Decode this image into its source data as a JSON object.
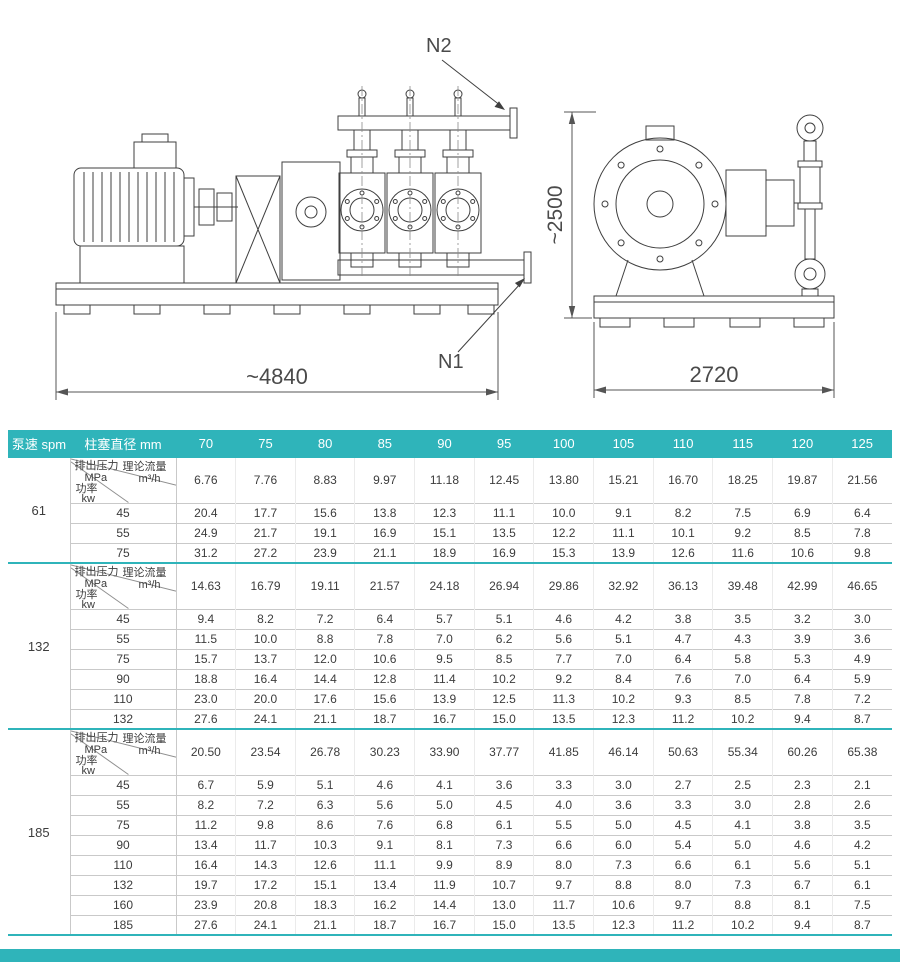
{
  "page": {
    "accent": "#2fb4ba",
    "background": "#ffffff"
  },
  "drawings": {
    "side_view": {
      "nozzle_top": "N2",
      "nozzle_bottom": "N1",
      "length_dim": "~4840"
    },
    "end_view": {
      "height_dim": "~2500",
      "width_dim": "2720"
    }
  },
  "table": {
    "header": {
      "col1": "泵速 spm",
      "col2": "柱塞直径 mm",
      "diameters": [
        "70",
        "75",
        "80",
        "85",
        "90",
        "95",
        "100",
        "105",
        "110",
        "115",
        "120",
        "125"
      ]
    },
    "corner": {
      "pressure": "排出压力",
      "pressure_unit": "MPa",
      "flow": "理论流量",
      "flow_unit": "m³/h",
      "power": "功率",
      "power_unit": "kw"
    },
    "groups": [
      {
        "speed": "61",
        "flow": [
          "6.76",
          "7.76",
          "8.83",
          "9.97",
          "11.18",
          "12.45",
          "13.80",
          "15.21",
          "16.70",
          "18.25",
          "19.87",
          "21.56"
        ],
        "rows": [
          {
            "power": "45",
            "values": [
              "20.4",
              "17.7",
              "15.6",
              "13.8",
              "12.3",
              "11.1",
              "10.0",
              "9.1",
              "8.2",
              "7.5",
              "6.9",
              "6.4"
            ]
          },
          {
            "power": "55",
            "values": [
              "24.9",
              "21.7",
              "19.1",
              "16.9",
              "15.1",
              "13.5",
              "12.2",
              "11.1",
              "10.1",
              "9.2",
              "8.5",
              "7.8"
            ]
          },
          {
            "power": "75",
            "values": [
              "31.2",
              "27.2",
              "23.9",
              "21.1",
              "18.9",
              "16.9",
              "15.3",
              "13.9",
              "12.6",
              "11.6",
              "10.6",
              "9.8"
            ]
          }
        ]
      },
      {
        "speed": "132",
        "flow": [
          "14.63",
          "16.79",
          "19.11",
          "21.57",
          "24.18",
          "26.94",
          "29.86",
          "32.92",
          "36.13",
          "39.48",
          "42.99",
          "46.65"
        ],
        "rows": [
          {
            "power": "45",
            "values": [
              "9.4",
              "8.2",
              "7.2",
              "6.4",
              "5.7",
              "5.1",
              "4.6",
              "4.2",
              "3.8",
              "3.5",
              "3.2",
              "3.0"
            ]
          },
          {
            "power": "55",
            "values": [
              "11.5",
              "10.0",
              "8.8",
              "7.8",
              "7.0",
              "6.2",
              "5.6",
              "5.1",
              "4.7",
              "4.3",
              "3.9",
              "3.6"
            ]
          },
          {
            "power": "75",
            "values": [
              "15.7",
              "13.7",
              "12.0",
              "10.6",
              "9.5",
              "8.5",
              "7.7",
              "7.0",
              "6.4",
              "5.8",
              "5.3",
              "4.9"
            ]
          },
          {
            "power": "90",
            "values": [
              "18.8",
              "16.4",
              "14.4",
              "12.8",
              "11.4",
              "10.2",
              "9.2",
              "8.4",
              "7.6",
              "7.0",
              "6.4",
              "5.9"
            ]
          },
          {
            "power": "110",
            "values": [
              "23.0",
              "20.0",
              "17.6",
              "15.6",
              "13.9",
              "12.5",
              "11.3",
              "10.2",
              "9.3",
              "8.5",
              "7.8",
              "7.2"
            ]
          },
          {
            "power": "132",
            "values": [
              "27.6",
              "24.1",
              "21.1",
              "18.7",
              "16.7",
              "15.0",
              "13.5",
              "12.3",
              "11.2",
              "10.2",
              "9.4",
              "8.7"
            ]
          }
        ]
      },
      {
        "speed": "185",
        "flow": [
          "20.50",
          "23.54",
          "26.78",
          "30.23",
          "33.90",
          "37.77",
          "41.85",
          "46.14",
          "50.63",
          "55.34",
          "60.26",
          "65.38"
        ],
        "rows": [
          {
            "power": "45",
            "values": [
              "6.7",
              "5.9",
              "5.1",
              "4.6",
              "4.1",
              "3.6",
              "3.3",
              "3.0",
              "2.7",
              "2.5",
              "2.3",
              "2.1"
            ]
          },
          {
            "power": "55",
            "values": [
              "8.2",
              "7.2",
              "6.3",
              "5.6",
              "5.0",
              "4.5",
              "4.0",
              "3.6",
              "3.3",
              "3.0",
              "2.8",
              "2.6"
            ]
          },
          {
            "power": "75",
            "values": [
              "11.2",
              "9.8",
              "8.6",
              "7.6",
              "6.8",
              "6.1",
              "5.5",
              "5.0",
              "4.5",
              "4.1",
              "3.8",
              "3.5"
            ]
          },
          {
            "power": "90",
            "values": [
              "13.4",
              "11.7",
              "10.3",
              "9.1",
              "8.1",
              "7.3",
              "6.6",
              "6.0",
              "5.4",
              "5.0",
              "4.6",
              "4.2"
            ]
          },
          {
            "power": "110",
            "values": [
              "16.4",
              "14.3",
              "12.6",
              "11.1",
              "9.9",
              "8.9",
              "8.0",
              "7.3",
              "6.6",
              "6.1",
              "5.6",
              "5.1"
            ]
          },
          {
            "power": "132",
            "values": [
              "19.7",
              "17.2",
              "15.1",
              "13.4",
              "11.9",
              "10.7",
              "9.7",
              "8.8",
              "8.0",
              "7.3",
              "6.7",
              "6.1"
            ]
          },
          {
            "power": "160",
            "values": [
              "23.9",
              "20.8",
              "18.3",
              "16.2",
              "14.4",
              "13.0",
              "11.7",
              "10.6",
              "9.7",
              "8.8",
              "8.1",
              "7.5"
            ]
          },
          {
            "power": "185",
            "values": [
              "27.6",
              "24.1",
              "21.1",
              "18.7",
              "16.7",
              "15.0",
              "13.5",
              "12.3",
              "11.2",
              "10.2",
              "9.4",
              "8.7"
            ]
          }
        ]
      }
    ]
  }
}
